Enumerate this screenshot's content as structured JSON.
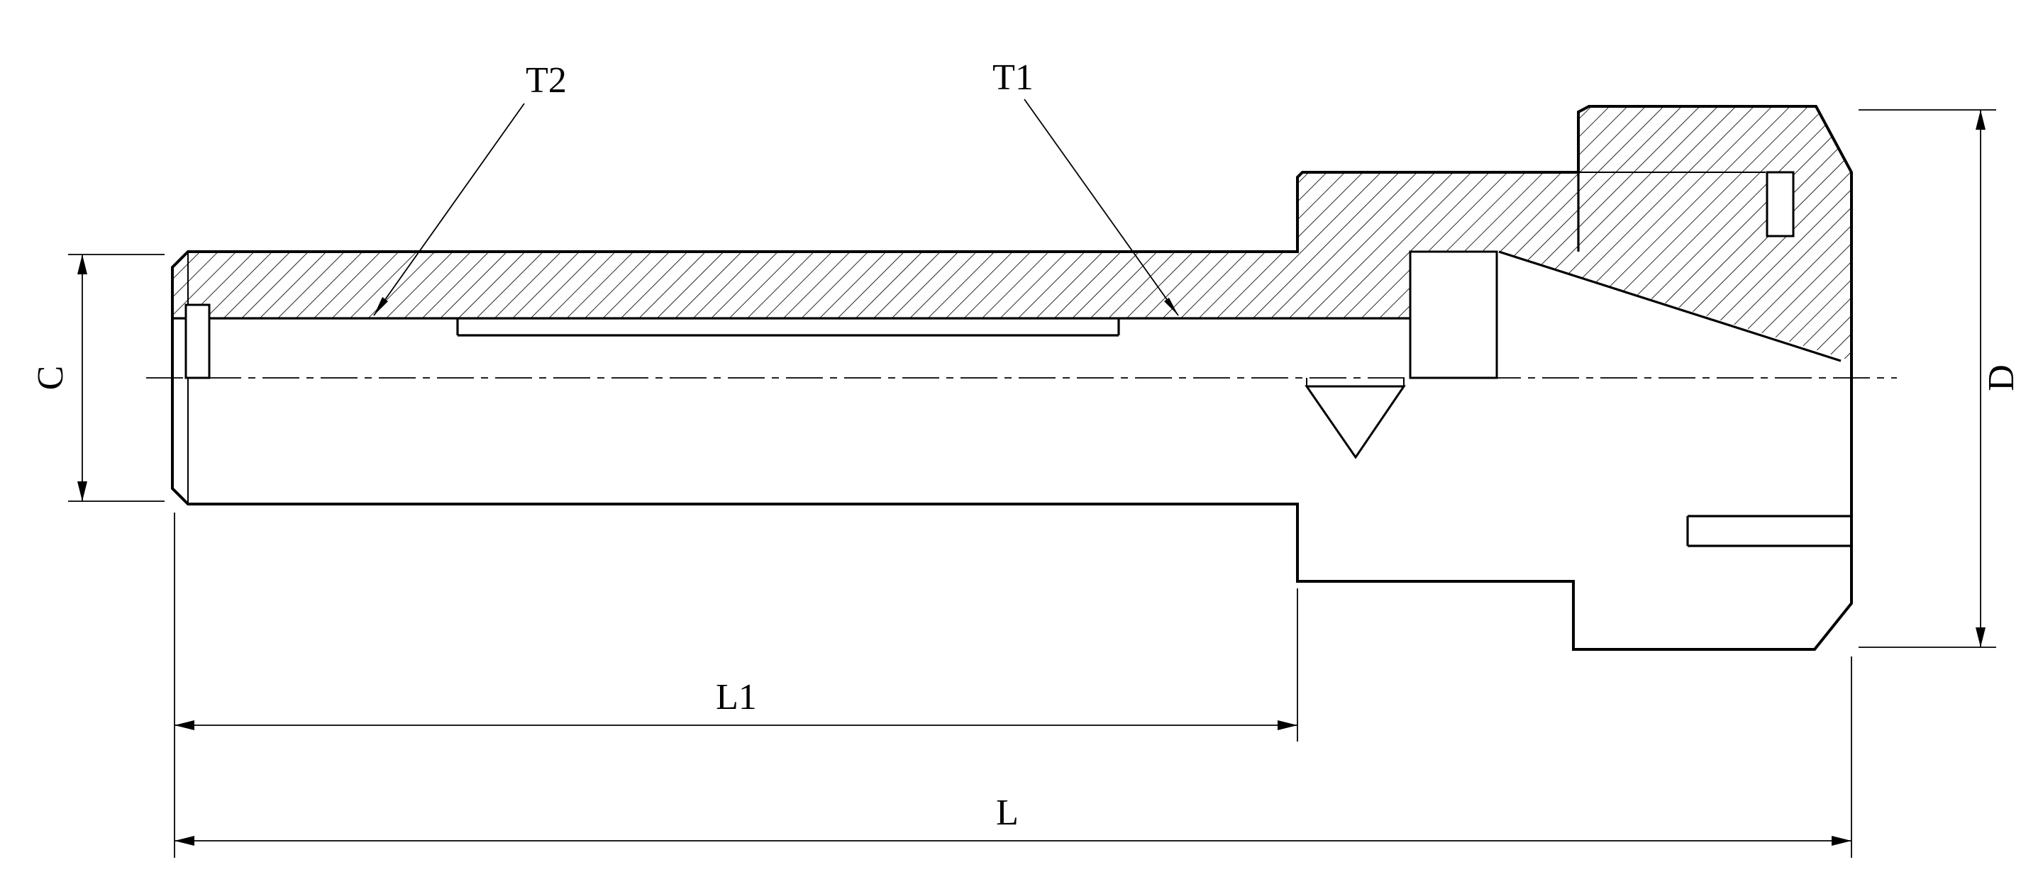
{
  "drawing": {
    "background": "#ffffff",
    "line_color": "#000000",
    "labels": {
      "t2": "T2",
      "t1": "T1",
      "c": "C",
      "d": "D",
      "l1": "L1",
      "l": "L"
    }
  }
}
